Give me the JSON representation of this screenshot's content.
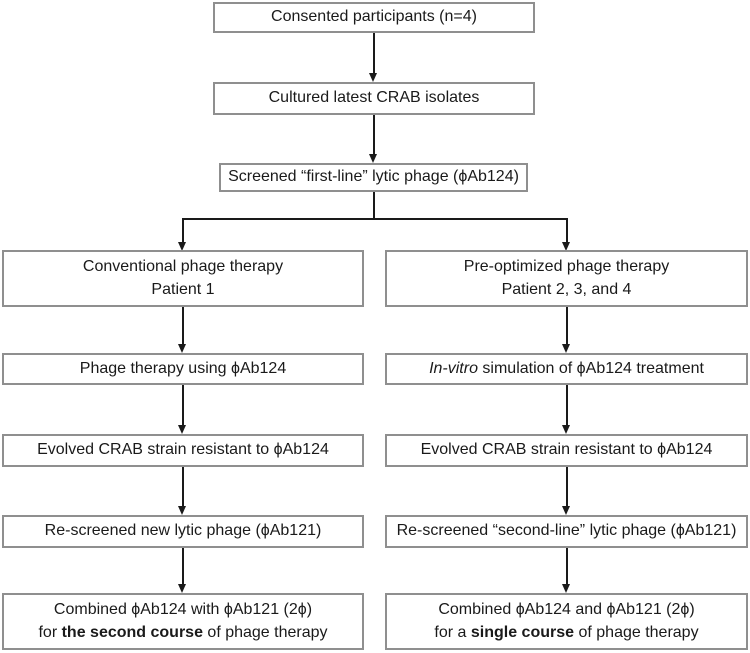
{
  "colors": {
    "background": "#ffffff",
    "box_border": "#8f8f8f",
    "arrow_line": "#1a1a1a",
    "text": "#1a1a1a"
  },
  "flow": {
    "top": {
      "consented": "Consented participants (n=4)",
      "cultured": "Cultured latest CRAB isolates",
      "screened": "Screened “first-line” lytic phage (ϕAb124)"
    },
    "left": {
      "header_line1": "Conventional phage therapy",
      "header_line2": "Patient 1",
      "therapy": "Phage therapy using ϕAb124",
      "evolved": "Evolved CRAB strain resistant to ϕAb124",
      "rescreened": "Re-screened new lytic phage (ϕAb121)",
      "combined_line1": "Combined ϕAb124 with ϕAb121 (2ϕ)",
      "combined_line2_prefix": "for ",
      "combined_line2_bold": "the second course",
      "combined_line2_suffix": " of phage therapy"
    },
    "right": {
      "header_line1": "Pre-optimized phage therapy",
      "header_line2": "Patient 2, 3, and 4",
      "simulation_italic": "In-vitro",
      "simulation_rest": " simulation of ϕAb124 treatment",
      "evolved": "Evolved CRAB strain resistant to ϕAb124",
      "rescreened": "Re-screened “second-line” lytic phage (ϕAb121)",
      "combined_line1": "Combined ϕAb124 and ϕAb121 (2ϕ)",
      "combined_line2_prefix": "for a ",
      "combined_line2_bold": "single course",
      "combined_line2_suffix": " of phage therapy"
    }
  }
}
